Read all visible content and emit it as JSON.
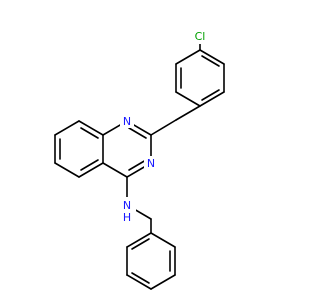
{
  "molecule": {
    "atoms": {
      "cl": "Cl",
      "n1": "N",
      "n3": "N",
      "nh": "N",
      "h": "H"
    },
    "colors": {
      "bond": "#000000",
      "chlorine": "#00a000",
      "nitrogen": "#1a1aff"
    }
  }
}
